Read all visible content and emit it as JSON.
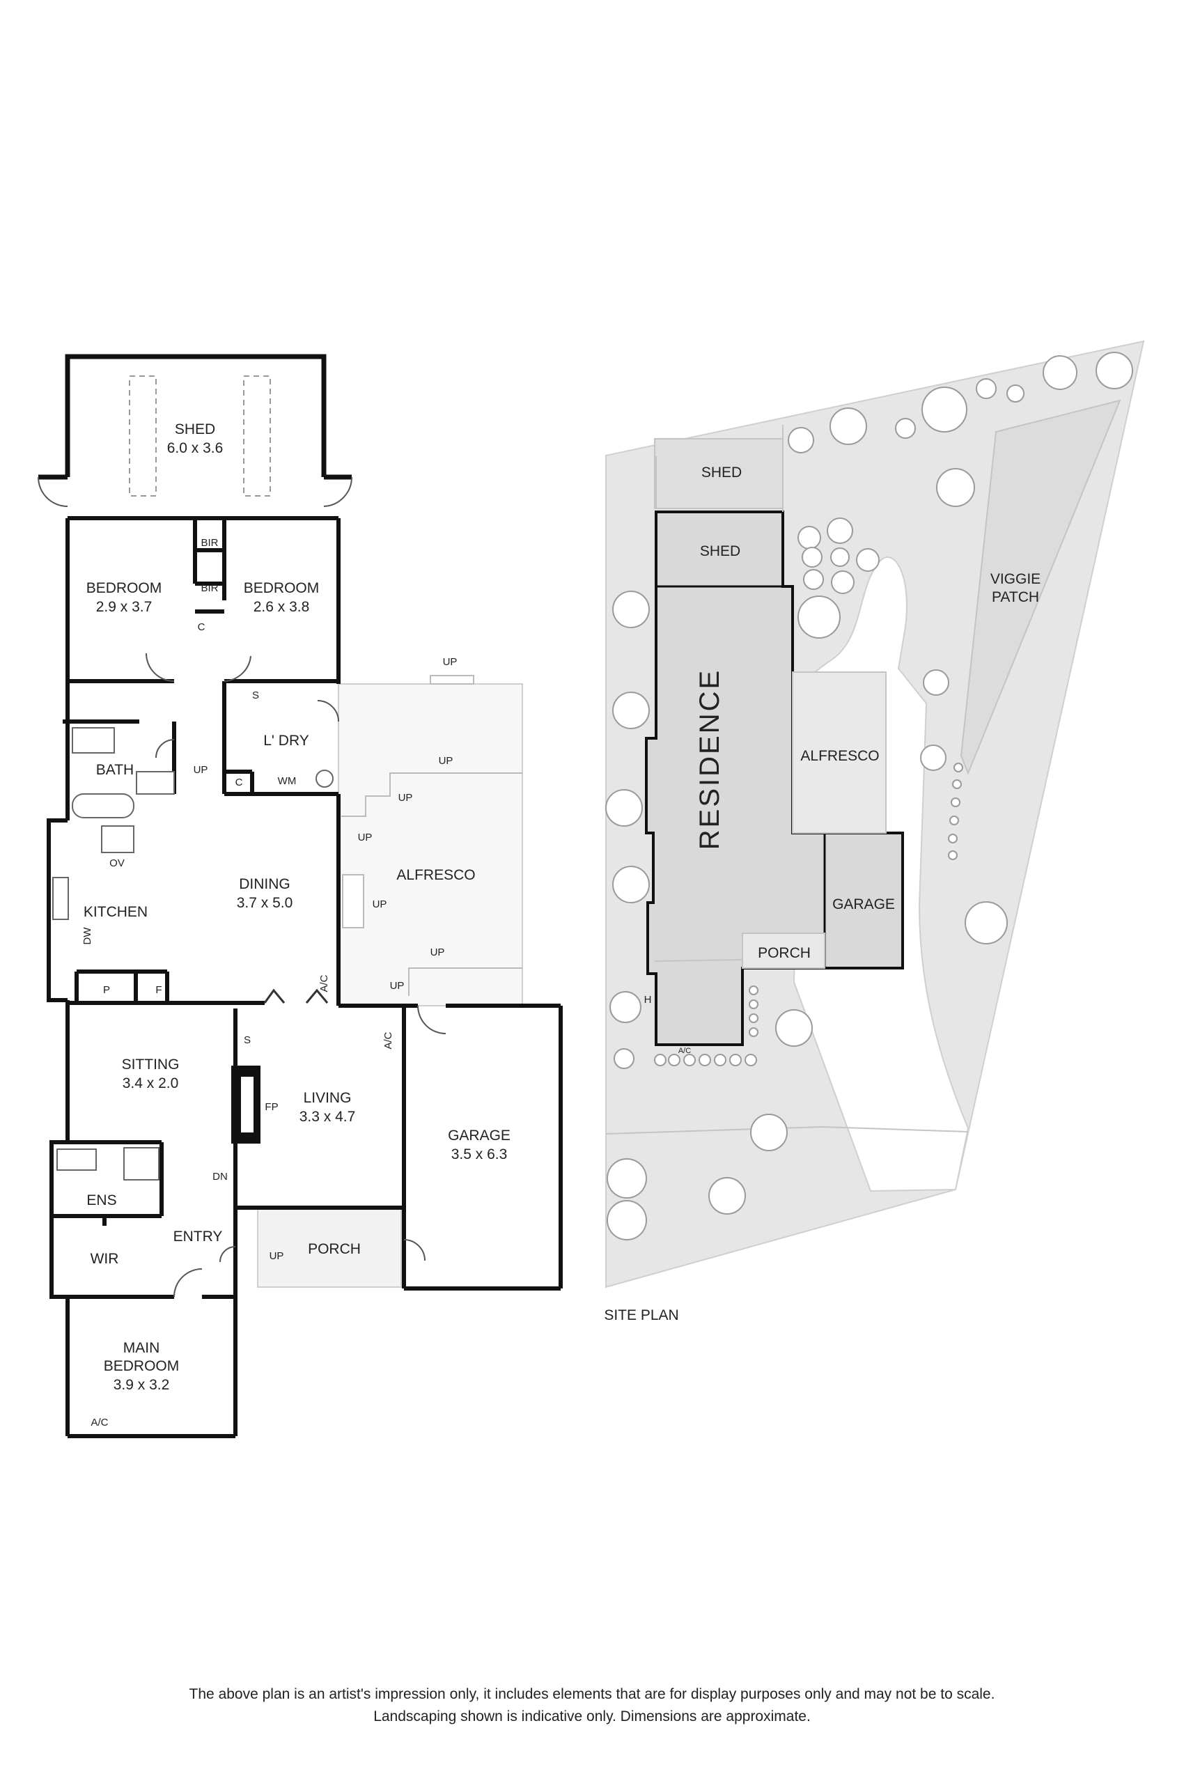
{
  "floor_plan": {
    "shed": {
      "name": "SHED",
      "dims": "6.0 x 3.6"
    },
    "bedroom_left": {
      "name": "BEDROOM",
      "dims": "2.9 x 3.7"
    },
    "bedroom_right": {
      "name": "BEDROOM",
      "dims": "2.6 x 3.8"
    },
    "bath": "BATH",
    "laundry": "L' DRY",
    "kitchen": "KITCHEN",
    "dining": {
      "name": "DINING",
      "dims": "3.7 x 5.0"
    },
    "alfresco": "ALFRESCO",
    "sitting": {
      "name": "SITTING",
      "dims": "3.4 x 2.0"
    },
    "living": {
      "name": "LIVING",
      "dims": "3.3 x 4.7"
    },
    "garage": {
      "name": "GARAGE",
      "dims": "3.5 x 6.3"
    },
    "ensuite": "ENS",
    "wir": "WIR",
    "entry": "ENTRY",
    "porch": "PORCH",
    "main_bedroom": {
      "line1": "MAIN",
      "line2": "BEDROOM",
      "dims": "3.9 x 3.2"
    },
    "fixtures": {
      "bir": "BIR",
      "c": "C",
      "s": "S",
      "wm": "WM",
      "ov": "OV",
      "dw": "DW",
      "p": "P",
      "f": "F",
      "fp": "FP",
      "ac": "A/C",
      "up": "UP",
      "dn": "DN"
    }
  },
  "site_plan": {
    "label": "SITE PLAN",
    "shed_outer": "SHED",
    "shed_inner": "SHED",
    "residence": "RESIDENCE",
    "alfresco": "ALFRESCO",
    "garage": "GARAGE",
    "porch": "PORCH",
    "viggie_patch": {
      "line1": "VIGGIE",
      "line2": "PATCH"
    },
    "h": "H",
    "ac": "A/C"
  },
  "disclaimer": {
    "line1": "The above plan is an artist's impression only, it includes elements that are for display purposes only and may not be to scale.",
    "line2": "Landscaping shown is indicative only. Dimensions are approximate."
  },
  "colors": {
    "wall": "#111111",
    "site_fill": "#e6e6e6",
    "building_fill": "#d9d9d9",
    "tree": "#ffffff"
  }
}
